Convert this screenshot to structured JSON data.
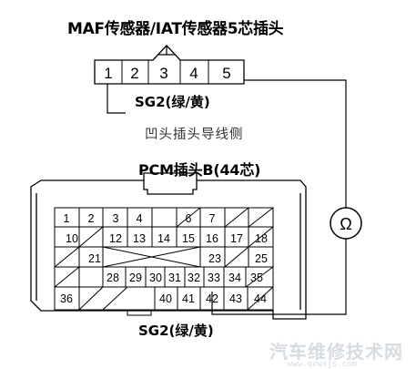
{
  "maf_connector": {
    "title": "MAF传感器/IAT传感器5芯插头",
    "pins": [
      "1",
      "2",
      "3",
      "4",
      "5"
    ],
    "wire_label": "SG2(绿/黄)",
    "view_note": "凹头插头导线侧"
  },
  "pcm_connector": {
    "title": "PCM插头B(44芯)",
    "row1": [
      "1",
      "2",
      "3",
      "4",
      "",
      "6",
      "7",
      "",
      "",
      ""
    ],
    "row2": [
      "10",
      "",
      "12",
      "13",
      "14",
      "15",
      "16",
      "17",
      "18",
      ""
    ],
    "row3": [
      "",
      "21",
      "",
      "",
      "",
      "",
      "",
      "23",
      "",
      "25"
    ],
    "row4": [
      "",
      "28",
      "29",
      "30",
      "31",
      "32",
      "33",
      "34",
      "35"
    ],
    "row5": [
      "36",
      "",
      "",
      "40",
      "41",
      "42",
      "43",
      "44"
    ],
    "wire_label": "SG2(绿/黄)"
  },
  "meter": {
    "symbol": "Ω"
  },
  "watermark": {
    "text": "汽车维修技术网",
    "url": "www.qcwxjs.com"
  }
}
